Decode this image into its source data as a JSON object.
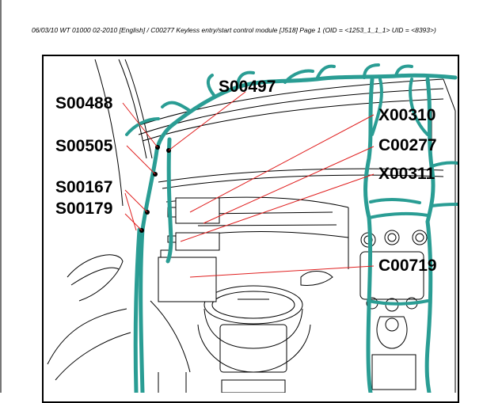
{
  "header": {
    "text": "06/03/10  WT 01000 02-2010 [English] / C00277 Keyless entry/start control module [J518]  Page 1  (OID = <1253_1_1_1> UID = <8393>)"
  },
  "callouts": {
    "s00488": "S00488",
    "s00497": "S00497",
    "s00505": "S00505",
    "s00167": "S00167",
    "s00179": "S00179",
    "x00310": "X00310",
    "c00277": "C00277",
    "x00311": "X00311",
    "c00719": "C00719"
  },
  "colors": {
    "harness": "#2a9d94",
    "leader": "#e02020",
    "outline": "#000000"
  }
}
